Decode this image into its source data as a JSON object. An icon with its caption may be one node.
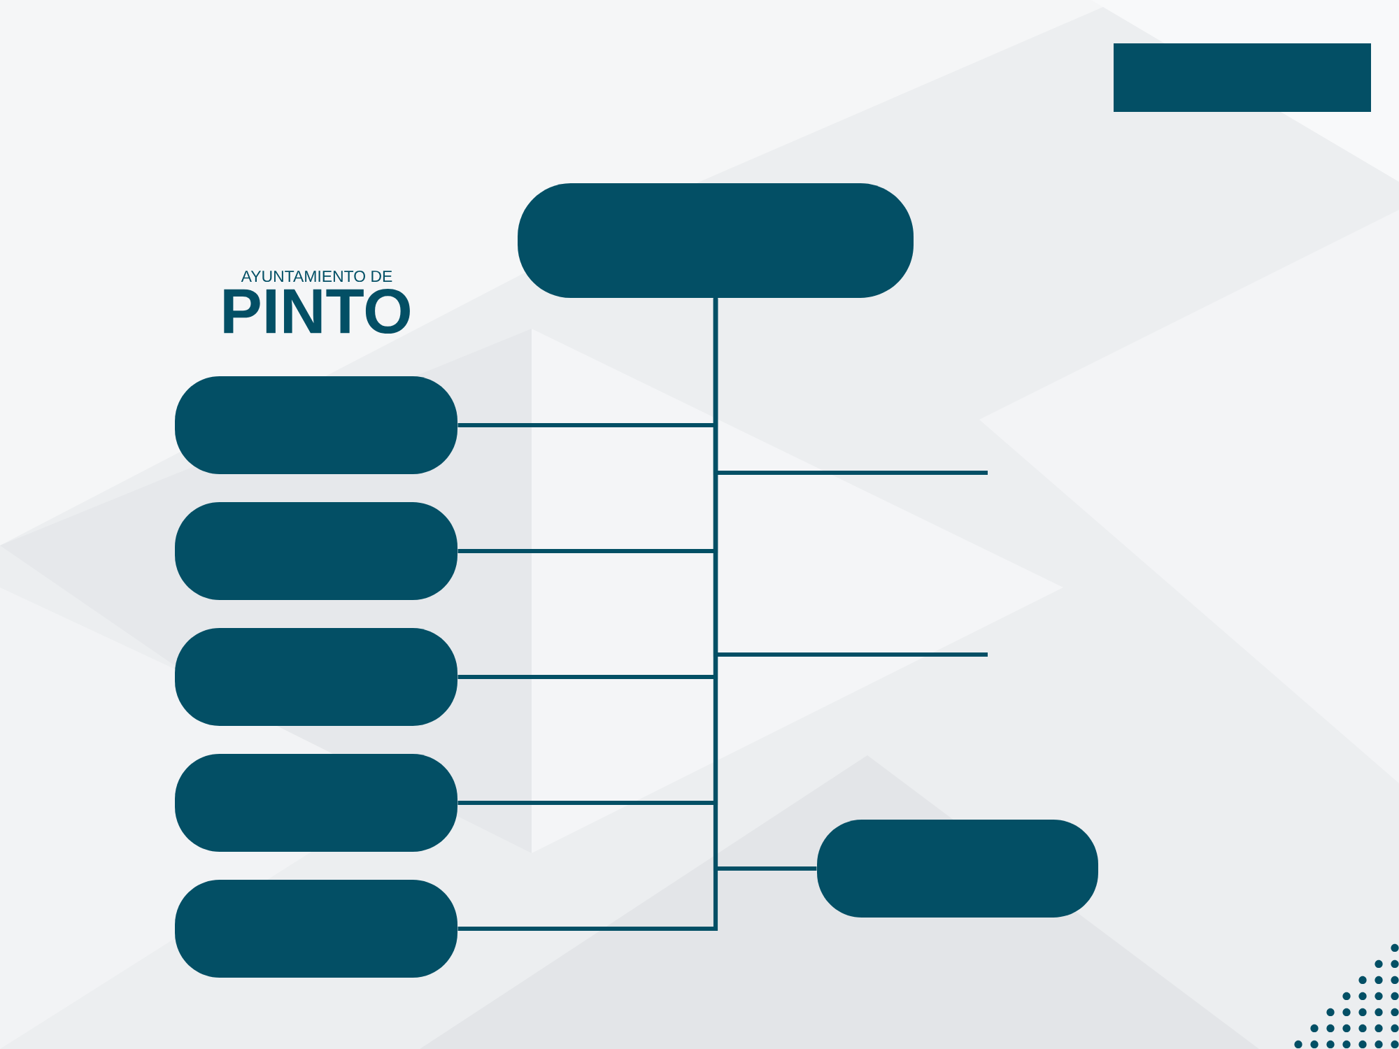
{
  "diagram": {
    "nodes": [
      {
        "text": [],
        "shape": "box"
      },
      {
        "text": [],
        "shape": "box"
      },
      {
        "text": [],
        "shape": "box"
      },
      {
        "text": [],
        "shape": "box"
      },
      {
        "text": [],
        "shape": "box"
      },
      {
        "text": [],
        "shape": "box"
      },
      {
        "text": [],
        "shape": "box"
      },
      {
        "text": [],
        "shape": "box"
      }
    ],
    "edges": [
      {
        "from": 1,
        "to": 2,
        "arrow": "none"
      },
      {
        "from": 1,
        "to": null,
        "arrow": "none"
      },
      {
        "from": 1,
        "to": 3,
        "arrow": "none"
      },
      {
        "from": 1,
        "to": null,
        "arrow": "none"
      },
      {
        "from": 1,
        "to": 4,
        "arrow": "none"
      },
      {
        "from": 1,
        "to": 5,
        "arrow": "none"
      },
      {
        "from": 1,
        "to": 7,
        "arrow": "none"
      },
      {
        "from": 1,
        "to": 6,
        "arrow": "none"
      }
    ],
    "labels": [
      "AYUNTAMIENTO DE",
      "PINTO"
    ]
  }
}
